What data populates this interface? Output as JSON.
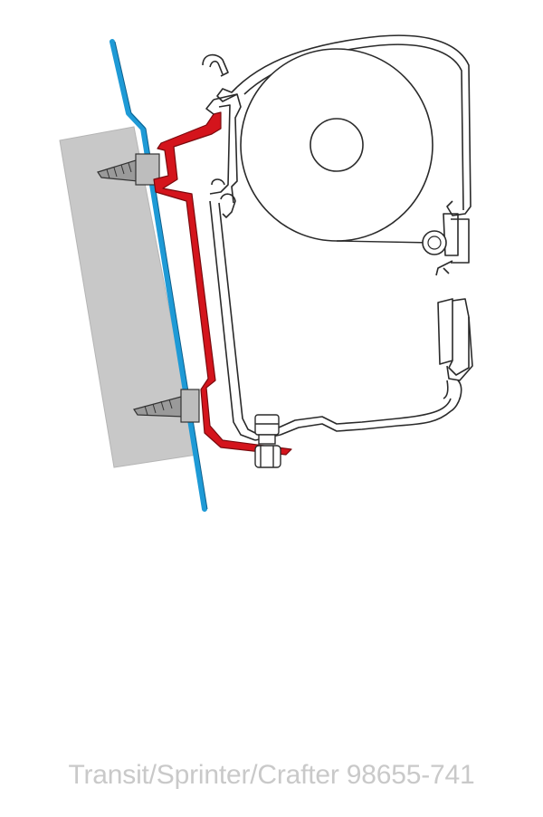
{
  "caption": "Transit/Sprinter/Crafter 98655-741",
  "colors": {
    "background": "#ffffff",
    "wall_panel": "#c8c8c8",
    "vehicle_skin": "#1e9ad6",
    "adapter_bracket": "#d4141c",
    "profile_outline": "#2a2a2a",
    "caption_text": "#c9c9c9"
  },
  "parts": [
    {
      "name": "wall-panel"
    },
    {
      "name": "vehicle-skin"
    },
    {
      "name": "adapter-bracket"
    },
    {
      "name": "awning-housing"
    },
    {
      "name": "fabric-roll"
    },
    {
      "name": "roller-axle"
    },
    {
      "name": "screw"
    },
    {
      "name": "bolt"
    }
  ]
}
